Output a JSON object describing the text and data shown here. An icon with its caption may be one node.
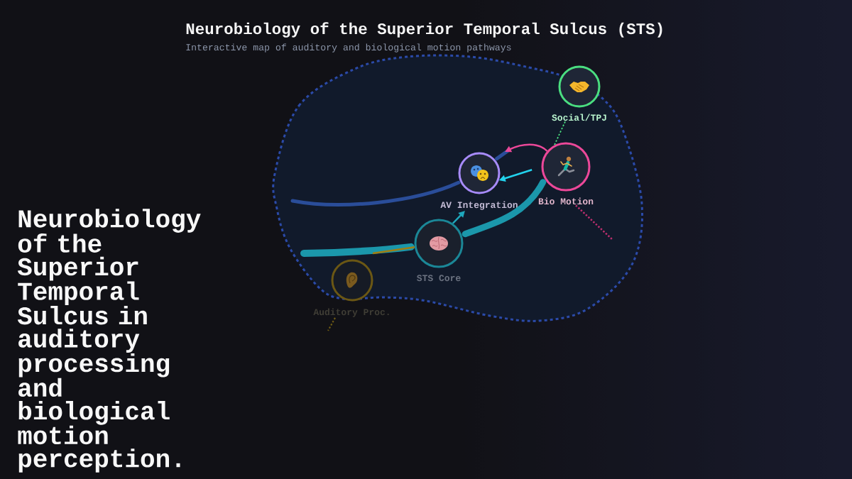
{
  "diagram": {
    "title": "Neurobiology of the Superior Temporal Sulcus (STS)",
    "nodes": [
      {
        "text": [
          "Social/TPJ"
        ]
      },
      {
        "text": [
          "AV Integration"
        ]
      },
      {
        "text": [
          "Bio Motion"
        ]
      },
      {
        "text": [
          "STS Core"
        ]
      },
      {
        "text": [
          "Auditory Proc."
        ]
      }
    ],
    "edges": [
      {
        "from": 2,
        "to": 1,
        "arrow": "to",
        "color": "#22d3ee"
      },
      {
        "from": 2,
        "to": null,
        "arrow": "to",
        "color": "#ec4899"
      },
      {
        "from": 3,
        "to": 1,
        "arrow": "to",
        "color": "#1fa8bd"
      },
      {
        "from": 0,
        "to": 2,
        "arrow": "none",
        "style": "dashed",
        "color": "#4ade80"
      },
      {
        "from": 2,
        "to": null,
        "arrow": "none",
        "style": "dashed",
        "color": "#be2f6f"
      },
      {
        "from": 4,
        "to": null,
        "arrow": "none",
        "style": "dashed",
        "color": "#6e5a14"
      },
      {
        "from": null,
        "to": 3,
        "arrow": "none",
        "color": "#a07e12"
      },
      {
        "from": null,
        "to": 3,
        "arrow": "none",
        "style": "thick",
        "color": "#1b97ab"
      },
      {
        "from": 3,
        "to": 2,
        "arrow": "none",
        "style": "thick",
        "color": "#1b97ab"
      },
      {
        "from": null,
        "to": 1,
        "arrow": "none",
        "style": "thick",
        "color": "#2a4d99"
      },
      {
        "from": 1,
        "to": null,
        "arrow": "none",
        "style": "thick",
        "color": "#2a4d99"
      }
    ],
    "labels": [
      "Interactive map of auditory and biological motion pathways",
      "Neurobiology of the Superior Temporal Sulcus in auditory processing and biological motion perception."
    ]
  }
}
